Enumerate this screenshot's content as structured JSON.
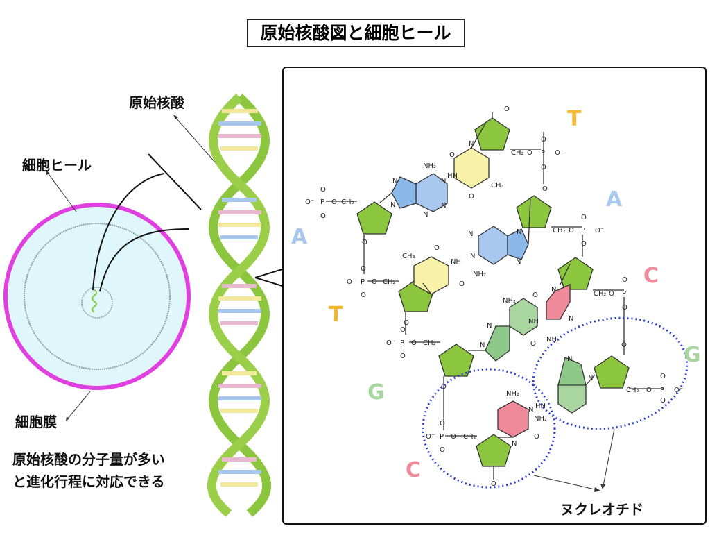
{
  "title": "原始核酸図と細胞ヒール",
  "labels": {
    "primitive_nucleic_acid": "原始核酸",
    "cell_heal": "細胞ヒール",
    "cell_membrane": "細胞膜",
    "nucleotide": "ヌクレオチド"
  },
  "note": {
    "line1": "原始核酸の分子量が多い",
    "line2": "と進化行程に対応できる"
  },
  "bases": {
    "T_top": "T",
    "A_right": "A",
    "A_left": "A",
    "T_left": "T",
    "C_right": "C",
    "G_right": "G",
    "G_left": "G",
    "C_left": "C"
  },
  "chem": {
    "O": "O",
    "NH2": "NH₂",
    "CH3": "CH₃",
    "N": "N",
    "NH": "NH",
    "HN": "HN",
    "phosphate": "O⁻-P-O-CH₂",
    "O_minus": "O⁻",
    "P": "P",
    "CH2": "CH₂"
  },
  "colors": {
    "T": "#f5b731",
    "A": "#a9c8ef",
    "C": "#ef8a9a",
    "G": "#a8d5a0",
    "sugar": "#8cc63f",
    "membrane": "#e040e0",
    "cell": "#dff6fb",
    "circle": "#2a3fd0"
  }
}
